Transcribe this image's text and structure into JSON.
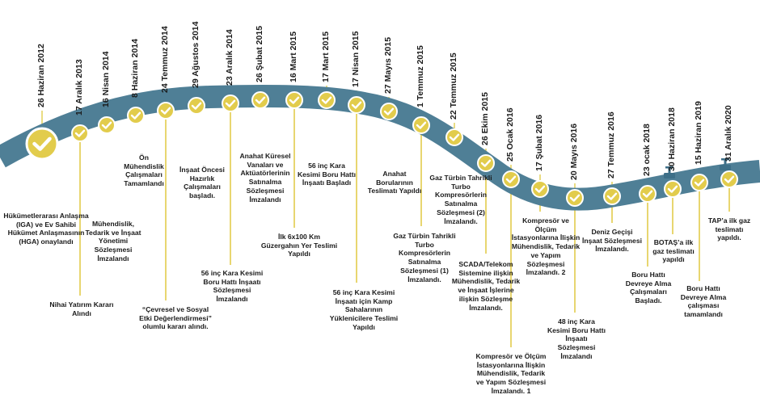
{
  "colors": {
    "band": "#4f7f96",
    "marker": "#e2cc4c",
    "marker_border": "#ffffff",
    "line": "#e2cc4c",
    "text": "#1a1a1a"
  },
  "icons": {
    "marker": "check-icon",
    "valve": "valve-icon"
  },
  "events": [
    {
      "date": "26 Haziran 2012",
      "text": "Hükümetlerarası Anlaşma (IGA) ve Ev Sahibi Hükümet Anlaşmasının (HGA) onaylandı"
    },
    {
      "date": "17 Aralık 2013",
      "text": "Nihai Yatırım Kararı Alındı"
    },
    {
      "date": "16 Nisan 2014",
      "text": "Mühendislik, Tedarik ve İnşaat Yönetimi Sözleşmesi İmzalandı"
    },
    {
      "date": "8 Haziran 2014",
      "text": "Ön Mühendislik Çalışmaları Tamamlandı"
    },
    {
      "date": "24 Temmuz 2014",
      "text": "“Çevresel ve Sosyal Etki Değerlendirmesi” olumlu kararı alındı."
    },
    {
      "date": "29 Ağustos 2014",
      "text": "İnşaat Öncesi Hazırlık Çalışmaları başladı."
    },
    {
      "date": "23 Aralık 2014",
      "text": "56 inç Kara Kesimi Boru Hattı İnşaatı Sözleşmesi İmzalandı"
    },
    {
      "date": "26 Şubat 2015",
      "text": "Anahat Küresel Vanaları ve Aktüatörlerinin Satınalma Sözleşmesi İmzalandı"
    },
    {
      "date": "16 Mart 2015",
      "text": "İlk 6x100 Km Güzergahın Yer Teslimi Yapıldı"
    },
    {
      "date": "17 Mart 2015",
      "text": "56 inç Kara Kesimi Boru Hattı İnşaatı Başladı"
    },
    {
      "date": "17 Nisan 2015",
      "text": "56 inç Kara Kesimi İnşaatı için Kamp Sahalarının Yüklenicilere Teslimi Yapıldı"
    },
    {
      "date": "27 Mayıs 2015",
      "text": "Anahat Borularının Teslimatı Yapıldı"
    },
    {
      "date": "1 Temmuz 2015",
      "text": "Gaz Türbin Tahrikli Turbo Kompresörlerin Satınalma Sözleşmesi (1) İmzalandı."
    },
    {
      "date": "22 Temmuz 2015",
      "text": "Gaz Türbin Tahrikli Turbo Kompresörlerin Satınalma Sözleşmesi (2) İmzalandı."
    },
    {
      "date": "26 Ekim 2015",
      "text": "SCADA/Telekom Sistemine ilişkin Mühendislik, Tedarik ve İnşaat İşlerine ilişkin Sözleşme İmzalandı."
    },
    {
      "date": "25 Ocak 2016",
      "text": "Kompresör ve Ölçüm İstasyonlarına İlişkin Mühendislik, Tedarik ve Yapım Sözleşmesi İmzalandı. 1"
    },
    {
      "date": "17 Şubat 2016",
      "text": "Kompresör ve Ölçüm İstasyonlarına İlişkin Mühendislik, Tedarik ve Yapım Sözleşmesi İmzalandı. 2"
    },
    {
      "date": "20 Mayıs 2016",
      "text": "48 inç Kara Kesimi Boru Hattı İnşaatı Sözleşmesi İmzalandı"
    },
    {
      "date": "27 Temmuz 2016",
      "text": "Deniz Geçişi İnşaat Sözleşmesi İmzalandı."
    },
    {
      "date": "23 ocak 2018",
      "text": "Boru Hattı Devreye Alma Çalışmaları Başladı."
    },
    {
      "date": "30 Haziran 2018",
      "text": "BOTAŞ’a ilk gaz teslimatı yapıldı"
    },
    {
      "date": "15 Haziran 2019",
      "text": "Boru Hattı Devreye Alma çalışması tamamlandı"
    },
    {
      "date": "31 Aralık 2020",
      "text": "TAP’a ilk gaz teslimatı yapıldı."
    }
  ]
}
